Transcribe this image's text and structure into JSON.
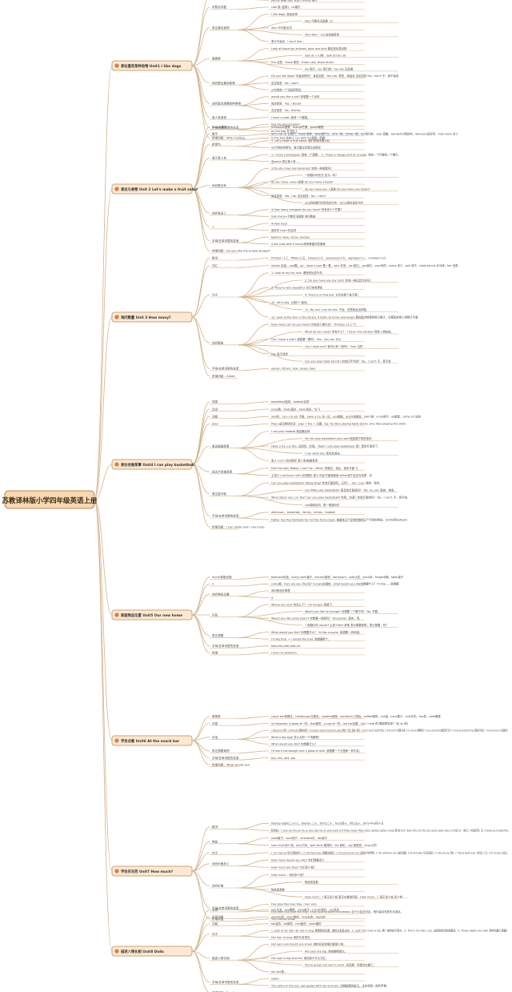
{
  "root": {
    "title": "苏教译林版小学四年级英语上册"
  },
  "units": [
    {
      "title": "表达喜欢某种动物 Unit1 I like dogs",
      "branches": [
        {
          "label": "animal动物名词汇",
          "children": [
            "cat 猫 pig 猪 chicken 鸡 duck 鸭 cat 猫 dog 狗 elephant 大象 horse 马 lion 狮子",
            "panda 熊猫 tiger 老虎 monkey 猴子"
          ]
        },
        {
          "label": "可数名词复",
          "children": [
            "cats 猫 (复数)，ho猫们"
          ]
        },
        {
          "label": "表达喜欢某物",
          "children": [
            "I like dogs. 我喜欢狗",
            "like+可数名词复数（s）",
            "like+不可数名词",
            "like+like+ -ing 喜欢做某事",
            "表示不喜欢：I don't like..."
          ]
        },
        {
          "label": "看看等",
          "children": [
            "Look at those toy animals, boys and girls 看这些玩具动物",
            "look at +人/物：look at the cat",
            "this 这些，those 那些：these cats, those ducks",
            "we 我们，our 我们的，toy lion 玩具狮"
          ]
        },
        {
          "label": "询问是否喜欢某物",
          "children": [
            "Do you like dogs? 你喜欢狗吗？ 肯定回答：Yes,I do. 是的，我喜欢 否定回答 No, I don't 不，我不喜欢",
            "否定回答：No, I don't",
            "从句用前一个词延续到后。"
          ]
        },
        {
          "label": "询问是否想要某种食物",
          "children": [
            "would you like a pie? 你想要一个派吗",
            "肯定回答：Yes, I would",
            "否定回答：No，thanks."
          ]
        },
        {
          "label": "某人有某物",
          "children": [
            "I have a cake. 我有一个蛋糕。"
          ]
        },
        {
          "label": "字母/在单词里的发音",
          "children": [
            "bag,big,get,pet,good",
            "on the bag 在书包上"
          ]
        },
        {
          "label": "终端词组：little monkey",
          "children": [
            "in the tree 在树上 run with me和我一起跑"
          ]
        }
      ]
    },
    {
      "title": "表达与食物 Unit 2 Let's make a fruit salad",
      "branches": [
        {
          "label": "fruit水果类",
          "children": [
            "pineapple菠萝，mango芒果，grape葡萄"
          ]
        },
        {
          "label": "数字",
          "children": [
            "let's=let us 让我们，make 制作，what是什么，any一些，some一些，our我们的，cool 真酷，wonderful精彩的，delicious真好吃，how many 多少"
          ]
        },
        {
          "label": "祈使句",
          "children": [
            "1. Let's make a fruit salad. 我们来做水果沙拉",
            "let引导的祈使句，表示建议后接动词原形"
          ]
        },
        {
          "label": "表示某人有",
          "children": [
            "1. I have a pineapple. 我有一个菠萝。 2. I have a mango and an orange. 我有一个芒果和一个橙子。",
            "含some 表示某人有……"
          ]
        },
        {
          "label": "询问是否有",
          "children": [
            "3.Do you have any bananas? 你有一些香蕉吗？",
            "一般疑问句形式 变为...吗？",
            "do you have +any+复数 Do you have a book?",
            "do you have any +复数 Do you have any books?",
            "肯定回答：Yes, I do. 否定回答：No，I don't",
            "any用在疑问句和否定句中，some用在肯定句中"
          ]
        },
        {
          "label": "询问有多少",
          "children": [
            "4.How many mangoes do you have? 你有多少个芒果？",
            "how many+可数名词复数 询问数量"
          ]
        },
        {
          "label": "1",
          "children": [
            "4-How nice!",
            "感叹句 how+形容词"
          ]
        },
        {
          "label": "字母/在单词里的发音",
          "children": [
            "behind, have, horse, hockey",
            "a hot cake with a honey带有蜂蜜的热蛋糕"
          ]
        },
        {
          "label": "终端词组：Do you like the purple grapes?",
          "children": []
        }
      ]
    },
    {
      "title": "询问数量 Unit 3 How many?",
      "branches": [
        {
          "label": "数词",
          "children": [
            "thirteen 十三，fifteen十五，sixteen十六，seventeen十七，eighteen十八，nineteen十九"
          ]
        },
        {
          "label": "词汇",
          "children": [
            "sticker 贴纸，cool酷，go，have a look 看一看，very 非常，we 我们，you我们，your你的，many 多少，ball 球子，table tennis 乒乓球，but 但是"
          ]
        },
        {
          "label": "句子",
          "children": [
            "1. Look at my toy cars. 看我的玩具汽车。",
            "2. Do you have any toy cars? 你有一些玩具汽车吗？",
            "3. They're very beautiful. 它们非常漂亮",
            "4. They're in that box. 它们在那个盒子里。",
            "10. Let's play. 让我们一起玩。",
            "11. No, but I can do this. 不会，但是我会这样做。",
            "12. Look at the four in the library. It looks so funny and lovely 看在图书馆里的那只猴子，它看起来那么滑稽又可爱"
          ]
        },
        {
          "label": "询问数量",
          "children": [
            "How many can do you have? 你有多少辆汽车？ Thirteen.(十三个)",
            "What do you have? 你有什么？- I have nine stickers 我有一些贴纸。",
            "Can I have a look? 我能看一看吗？ Yes，you can 可以",
            "Can I have one? 我可以有一张吗？ Sure 当然",
            "can 表示请求",
            "Can you play table tennis? 你会打乒乓球？ No，I can't 不，我不会"
          ]
        },
        {
          "label": "字母/在单词里的发音",
          "children": [
            "eleven, library, look, lovely, take"
          ]
        },
        {
          "label": "终端词组：Cakes",
          "children": []
        }
      ]
    },
    {
      "title": "表达会做某事 Unit4 I can play basketball",
      "branches": [
        {
          "label": "球类",
          "children": [
            "basketball篮球，football足球"
          ]
        },
        {
          "label": "动词",
          "children": [
            "jump跳，skate溜冰，swim游泳，fly飞"
          ]
        },
        {
          "label": "词组",
          "children": [
            "well好，can一ca not 不能，have a try 试一试，you都能，quick快速地，swim游，a too就不，all都是，come on 加油"
          ]
        },
        {
          "label": "play",
          "children": [
            "Play+运动类球名词：play + the + 乐器，Eg: He likes playing table tennis. She likes playing the violin."
          ]
        },
        {
          "label": "表达能做某事",
          "children": [
            "I can play football.我会踢足球",
            "He can play basketball very well.他篮球打得非常好。",
            "Have a try, Liu Tao. 试试吧，刘涛。 Yeah! I can play basketball. 耶！我会打篮球了。",
            "I can swim too. 我也会游泳。",
            "某人+can+动词原形 某人会/能做某事"
          ]
        },
        {
          "label": "表达不会做某事",
          "children": [
            "Don't be sad, Bobby. I can't fly，either. 别难过，波比，我也不能飞。",
            "主语人+can't/can not+动词原形 某人不会/不能做某事 either用于否定句末尾，也"
          ]
        },
        {
          "label": "表达能不能",
          "children": [
            "Can you play basketball, Wang Bing? 你会打篮球吗，王兵？ - No, I can. 能的，我会。",
            "Can Mike play basketball? 麦克会打篮球吗？ Yes, he can. 能的，他会。",
            "What about you, Liu Tao? Can you play basketball? 你呢，刘涛？你会打篮球吗？ No，I can't. 不，我不会。",
            "can能和动词，表一般疑问句"
          ]
        },
        {
          "label": "字母/在单词里的发音",
          "children": [
            "afternoon，breakfast，family，knives，football",
            "Father has five footballs for his five funny boys. 爸爸有五个足球给他的五个可笑的男孩。(knife和football)"
          ]
        },
        {
          "label": "终端词组：I can skate and I can jump.",
          "children": []
        }
      ]
    },
    {
      "title": "家庭物品位置 Unit5 Our new home",
      "branches": [
        {
          "label": "home家庭设施",
          "children": [
            "bedroom卧室，living room客厅，kitchen厨房，bathroom，sofa沙发，clock钟，fridge冰箱，table桌子"
          ]
        },
        {
          "label": "2",
          "children": [
            "come看，here are you 可以吗？hungry饥饿的，what would you like你想要什么？I'd like......我想要"
          ]
        },
        {
          "label": "询问物品位置",
          "children": [
            "询问物品在哪里",
            "it"
          ]
        },
        {
          "label": "问答",
          "children": [
            "Where are you? 你怎么了？ I'm hungry. 我饿了。",
            "Would you like an orange? 你想要一个橙子吗？ No. 不要。",
            "Would you like some pears? 你想要一些梨吗？ Yes,please. 是的，请。",
            "一般疑问句 would+主语+like+其他 表示想要某物，表示想要，吗？"
          ]
        },
        {
          "label": "表达想要",
          "children": [
            "What would you like? 你想要什么？ I'd like a scone. 我想要一块司康。",
            "I'd like that. = I would like that. 我想要那个。"
          ]
        },
        {
          "label": "字母/在单词里的发音",
          "children": [
            "bike,kite,bike,bike,ice"
          ]
        },
        {
          "label": "终端",
          "children": [
            "I love my bedroom."
          ]
        }
      ]
    },
    {
      "title": "学会点餐 Unit6 At the snack bar",
      "branches": [
        {
          "label": "食物类",
          "children": [
            "snack bar快餐店，Hamburger汉堡包，noodles面条，sandwich三明治，coffee咖啡，rice饭，juice果汁，milk牛奶，tea茶，cake蛋糕"
          ]
        },
        {
          "label": "句型",
          "children": [
            "a/ the/some, a glass of一杯，that那些，a cup of一杯，me too也要，Can I help 有?看能帮到你？(也 sh 和)"
          ]
        },
        {
          "label": "对话",
          "children": [
            "1. What about you? 你呢？ 2. Anything else? 还要别的东西吗？ 3. A hamburger, noodles and a glass of juice, please. 请给我一个汉堡、面条和一杯果汁。4. Here's a snack bar. 这儿有个小吃店。5. I'd like some fish. 我想要一些鱼。6. Can I help you? 需要帮助吗？7. Can you see the bird? 你能看见那个鸟吗？ 8. I can see the box behind the tree. 我看见树下的盒子。9. They're all very nice. 它们都很好吃。",
            "What a big egg! 多么大的一个鸡蛋啊！",
            "What would you like? 你想要什么？"
          ]
        },
        {
          "label": "表达想要某物",
          "children": [
            "I'd like a hamburger and a glass of milk. 我想要一个汉堡和一杯牛奶。"
          ]
        },
        {
          "label": "字母/在单词里的发音",
          "children": [
            "bus, tea, wet, zoo"
          ]
        },
        {
          "label": "终端词组：What would you",
          "children": []
        }
      ]
    },
    {
      "title": "学会买东西 Unit7 How much?",
      "branches": [
        {
          "label": "数词",
          "children": [
            "twenty-eight(二十八)，twenty 二十，thirty二十，forty四十，fifty五十，forty-five四十五",
            "数词的表达：1—12one, two, three, four, five, six, seven, eight, nine, ten, eleven, twelve 13-19 thirteen, fourteen, fifteen, sixteen, seventeen, eighteen, nineteen 整十数 20-90：twenty, thirty, forty, fifty, sixty, seventy, eighty, ninety. 21-99 先说'几十'，再说'几'，中间加连字符。如：21 twenty-one, 89 eighty-three."
          ]
        },
        {
          "label": "物品",
          "children": [
            "shoe鞋子，sock袜子，umbrella伞，fan扇子",
            "how much多少钱，only只有，well done 做得好，fan 精彩，say 都是的，long 长的"
          ]
        },
        {
          "label": "句子",
          "children": [
            "1. Can I help you? 我可以帮助你吗？ 2. I'd like those shoes. 我想要这些鞋子。3. The socks are very nice, 这些袜子非常漂亮。4. This umbrella is cool. 这把伞很酷。5. No fans today. 今天没有扇子。6. Here you are. 给你。7. They're twenty yuan. 它们是二十元。8. It's so long. 它真长。"
          ]
        },
        {
          "label": "询问价格多少",
          "children": [
            "How many would you like? 你们想要多少",
            "How much are they? 它们多少钱？"
          ]
        },
        {
          "label": "询问价格",
          "children": [
            "How much... 询问多少钱？",
            "物品是复数",
            "物品是单数",
            "How much...? 表示多少钱 表示价格询问答：How much...？表示多少钱 多少钱……"
          ]
        },
        {
          "label": "字母/在单词里的发音",
          "children": [
            "Five give five love tree, river very",
            "Five men live near the river. They love to swim in summer. 五个人住在河边，他们喜欢在夏天去游泳。"
          ]
        },
        {
          "label": "终端词组",
          "children": [
            "The clothes show."
          ]
        }
      ]
    },
    {
      "title": "描述人物长相 Unit8 Dolls",
      "branches": [
        {
          "label": "五官",
          "children": [
            "hair头发，eye眼睛，nose鼻子，mouth嘴巴，ear耳朵"
          ]
        },
        {
          "label": "形容词类",
          "children": [
            "small小的，short短的，long长的，big大的"
          ]
        },
        {
          "label": "词组",
          "children": [
            "tall高的，fat胖的，thin瘦的，short矮的"
          ]
        },
        {
          "label": "句子",
          "children": [
            "1. Look at my doll. Her hair is long. 看看我的玩偶，她的头发是长的。2. Look! Her nose is big. 看！她的鼻子很大。3. This is my doll, Lucy. 这是我的洋娃娃露西。4. Those robots are cool! 那些机器人很酷！",
            "Her hair is long. 她的头发很长。"
          ]
        },
        {
          "label": "描述人物长相",
          "children": [
            "Her ears and mouth are small. 她的耳朵和嘴巴都是小的。",
            "His eyes are big. 他的眼睛很大。",
            "His nose is big and red. 他的鼻子又大又红。",
            "You're great, but you're short. 你真棒，但是你太矮了。",
            "he/ she是..."
          ]
        },
        {
          "label": "字母/在单词里的发音",
          "children": [
            "zebra",
            "The zebra in the zoo, eat apples with me and you. 动物园里的斑马，正在和我一起吃苹果。"
          ]
        },
        {
          "label": "终端词组：Two tin boys",
          "children": []
        }
      ]
    }
  ],
  "colors": {
    "line": "#d4b38a",
    "box_fill": "#fbe7d0",
    "root_fill": "#f8d8b0",
    "unit_box_fill": "#fde9d2",
    "text": "#4a4a4a"
  }
}
